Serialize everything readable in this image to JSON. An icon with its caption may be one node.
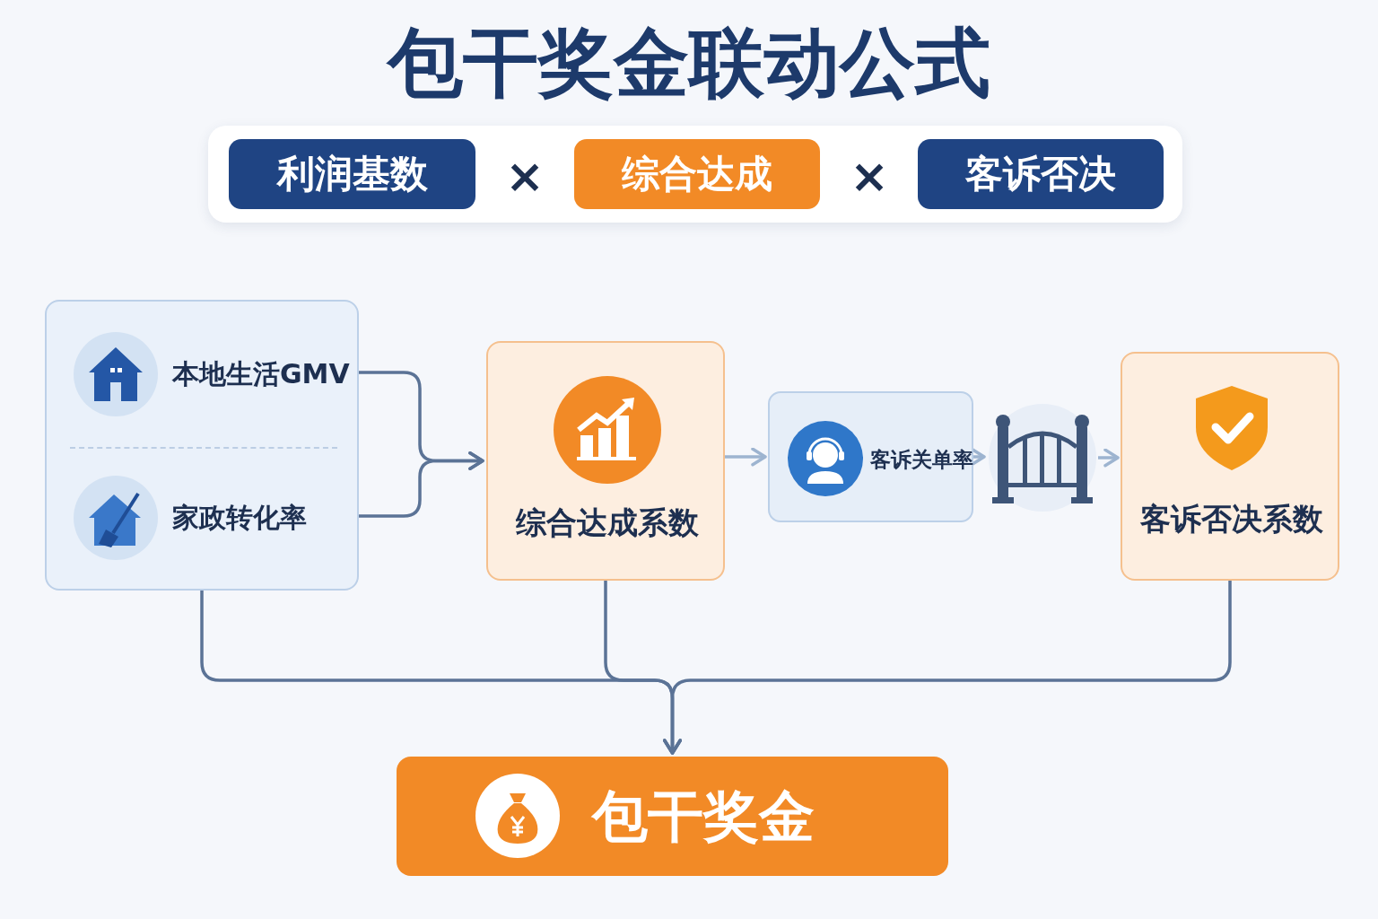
{
  "diagram": {
    "title": "包干奖金联动公式",
    "nodes": [
      {
        "text": [],
        "shape": "box"
      },
      {
        "text": [
          "利润基数"
        ],
        "in": 0
      },
      {
        "text": [
          "综合达成"
        ],
        "in": 0
      },
      {
        "text": [
          "客诉否决"
        ],
        "in": 0
      },
      {
        "text": [],
        "shape": "box"
      },
      {
        "text": [
          "本地生活GMV"
        ],
        "in": 4
      },
      {
        "text": [
          "家政转化率"
        ],
        "in": 4
      },
      {
        "text": [
          "综合达成系数"
        ]
      },
      {
        "text": [
          "客诉关单率"
        ]
      },
      {
        "text": [],
        "shape": "picture"
      },
      {
        "text": [
          "客诉否决系数"
        ]
      },
      {
        "text": [
          "包干奖金"
        ]
      }
    ],
    "edges": [
      {
        "from": 5,
        "to": 7,
        "arrow": "to"
      },
      {
        "from": 6,
        "to": 7,
        "arrow": "to"
      },
      {
        "from": 7,
        "to": 8,
        "arrow": "to",
        "color": "#9db4d0"
      },
      {
        "from": 8,
        "to": 9,
        "arrow": "to",
        "color": "#9db4d0"
      },
      {
        "from": 9,
        "to": 10,
        "arrow": "to",
        "color": "#9db4d0"
      },
      {
        "from": 4,
        "to": 11,
        "arrow": "to"
      },
      {
        "from": 7,
        "to": 11,
        "arrow": "to"
      },
      {
        "from": 10,
        "to": 11,
        "arrow": "to"
      }
    ],
    "labels": [
      "×",
      "×"
    ]
  }
}
